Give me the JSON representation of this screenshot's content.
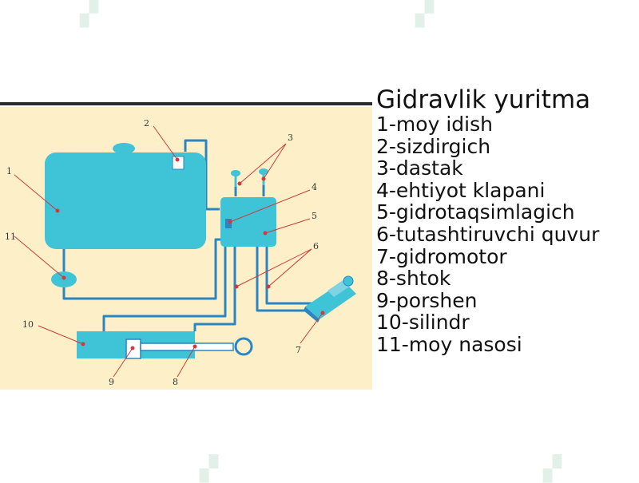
{
  "title": "Gidravlik yuritma",
  "legend": [
    "1-moy idish",
    "2-sizdirgich",
    "3-dastak",
    "4-ehtiyot klapani",
    "5-gidrotaqsimlagich",
    "6-tutashtiruvchi quvur",
    "7-gidromotor",
    "8-shtok",
    "9-porshen",
    "10-silindr",
    "11-moy nasosi"
  ],
  "callouts": [
    "1",
    "2",
    "3",
    "4",
    "5",
    "6",
    "7",
    "8",
    "9",
    "10",
    "11"
  ],
  "colors": {
    "background": "#fdf0c9",
    "component": "#3fc3d6",
    "pipe": "#2a86c2",
    "pointer": "#d03a3a"
  }
}
